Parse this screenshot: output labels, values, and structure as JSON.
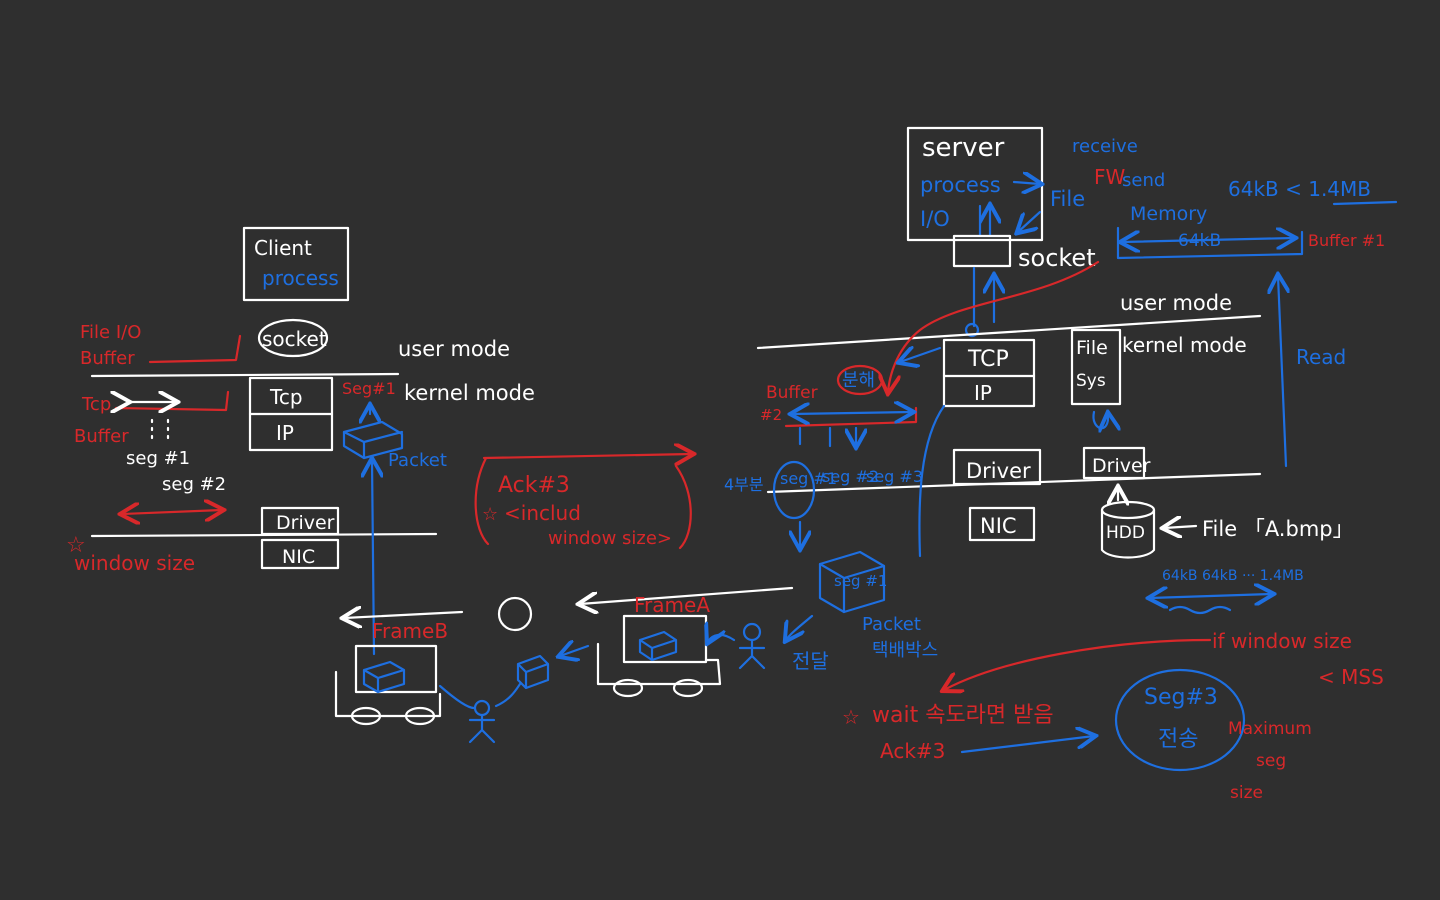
{
  "colors": {
    "background": "#2f2f2f",
    "white": "#ffffff",
    "blue": "#1e6fe0",
    "red": "#d8282a"
  },
  "client": {
    "title": "Client",
    "process": "process",
    "socket": "socket",
    "tcp": "Tcp",
    "ip": "IP",
    "driver": "Driver",
    "nic": "NIC",
    "user_mode": "user mode",
    "kernel_mode": "kernel mode",
    "file_io_buffer_1": "File I/O",
    "file_io_buffer_2": "Buffer",
    "tcp_buffer_1": "Tcp",
    "tcp_buffer_2": "Buffer",
    "seg1": "seg #1",
    "seg2": "seg #2",
    "seg_hash": "Seg#1",
    "window_size": "window size",
    "packet": "Packet"
  },
  "network": {
    "ack_title": "Ack#3",
    "ack_note_1": "<includ",
    "ack_note_2": "window size>",
    "frame_a": "FrameA",
    "frame_b": "FrameB",
    "deliver": "전달",
    "packet": "Packet",
    "takbae": "택배박스"
  },
  "server": {
    "title": "server",
    "process": "process",
    "io": "I/O",
    "socket": "socket",
    "file": "File",
    "receive": "receive",
    "fw": "FW",
    "send": "send",
    "memory": "Memory",
    "size_compare": "64kB < 1.4MB",
    "buffer_64kb": "64kB",
    "buffer1": "Buffer #1",
    "user_mode": "user mode",
    "kernel_mode": "kernel mode",
    "tcp": "TCP",
    "ip": "IP",
    "file_sys_1": "File",
    "file_sys_2": "Sys",
    "driver": "Driver",
    "driver2": "Driver",
    "nic": "NIC",
    "hdd": "HDD",
    "file_label": "File 「A.bmp」",
    "chunks": "64kB 64kB ··· 1.4MB",
    "read": "Read",
    "buffer2_1": "Buffer",
    "buffer2_2": "#2",
    "split": "분해",
    "four_parts": "4부분",
    "seg1": "seg #1",
    "seg2": "seg #2",
    "seg3": "seg #3",
    "seg_box": "seg #1",
    "packet": "Packet",
    "takbae": "택배박스"
  },
  "notes": {
    "if_window": "if window size",
    "lt_mss": "< MSS",
    "wait": "wait 속도라면 받음",
    "ack3": "Ack#3",
    "seg3_send_1": "Seg#3",
    "seg3_send_2": "전송",
    "mss_1": "Maximum",
    "mss_2": "seg",
    "mss_3": "size"
  }
}
